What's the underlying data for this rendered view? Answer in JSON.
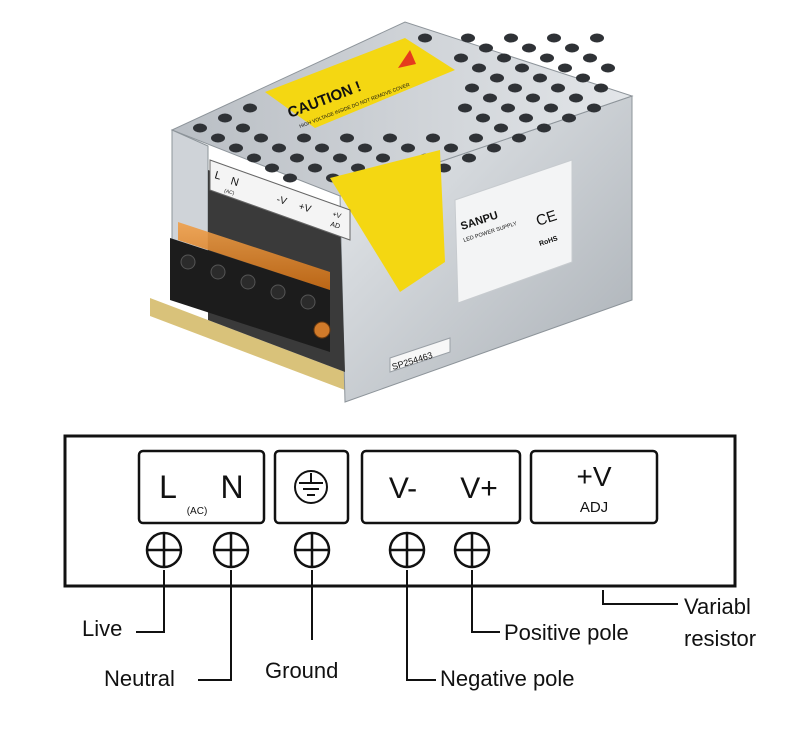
{
  "product_photo": {
    "caution_label": "CAUTION !",
    "caution_small_text": "HIGH VOLTAGE INSIDE DO NOT REMOVE COVER",
    "brand": "SANPU",
    "product_line": "LED POWER SUPPLY",
    "ce_mark": "CE",
    "rohs_mark": "RoHS",
    "serial": "SP254463",
    "terminal_sticker": {
      "l": "L",
      "n": "N",
      "ac": "(AC)",
      "vminus": "-V",
      "vplus": "+V",
      "adj_top": "+V",
      "adj_bottom": "AD"
    }
  },
  "terminal_panel": {
    "l": "L",
    "n": "N",
    "ac": "(AC)",
    "vminus": "V-",
    "vplus": "V+",
    "adj_top": "+V",
    "adj_bottom": "ADJ"
  },
  "callouts": {
    "live": "Live",
    "neutral": "Neutral",
    "ground": "Ground",
    "negative": "Negative pole",
    "positive": "Positive pole",
    "variable_line1": "Variabl",
    "variable_line2": "resistor"
  }
}
